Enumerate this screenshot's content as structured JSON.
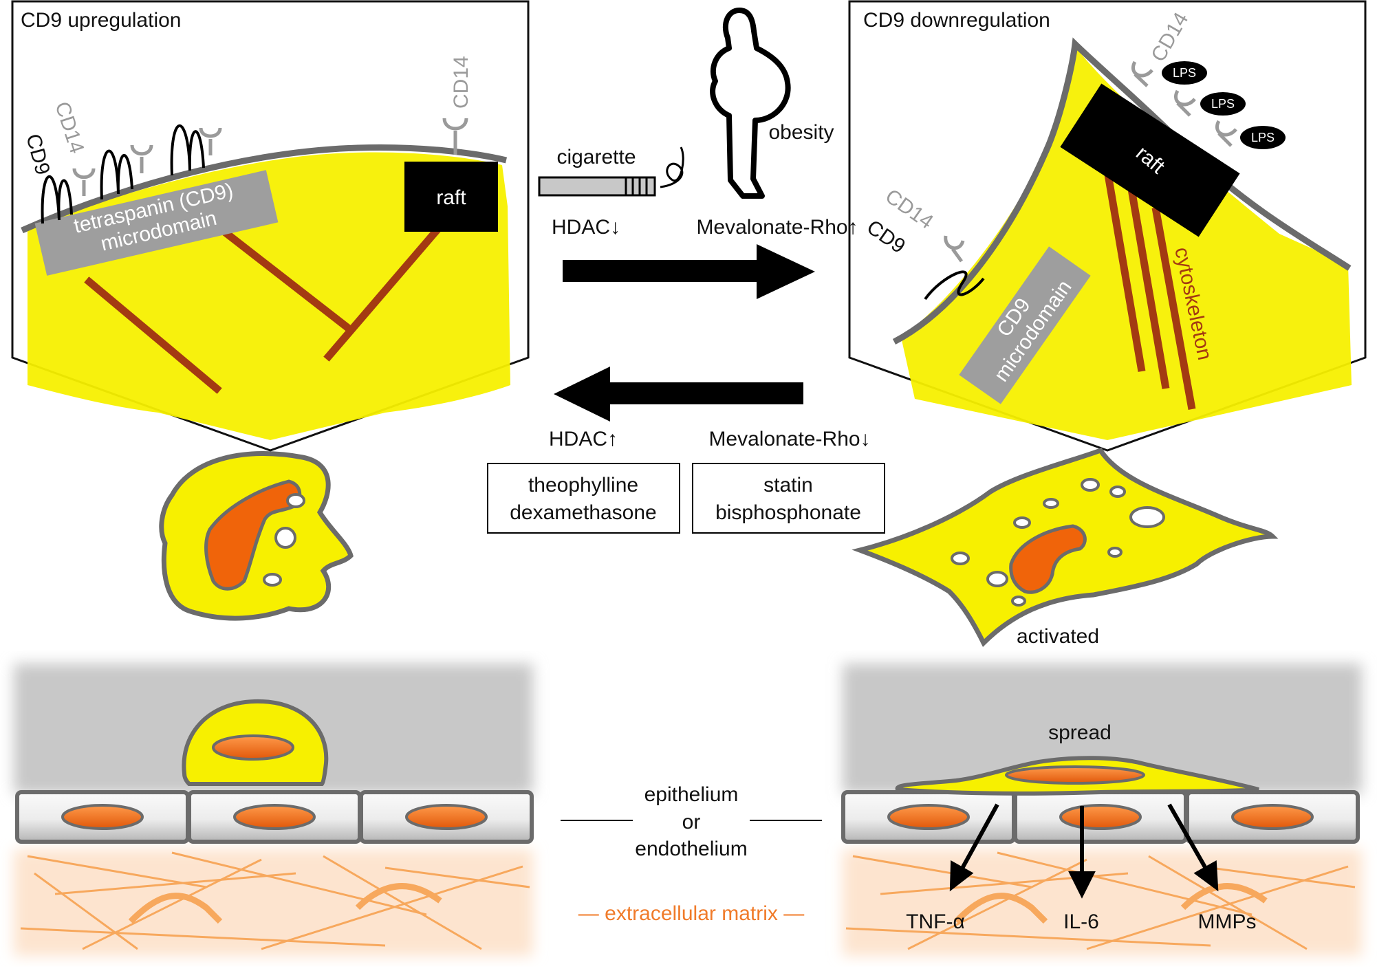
{
  "labels": {
    "cd9_up": "CD9 upregulation",
    "cd9_down": "CD9 downregulation",
    "cd14": "CD14",
    "cd9": "CD9",
    "tetraspanin_line1": "tetraspanin (CD9)",
    "tetraspanin_line2": "microdomain",
    "raft": "raft",
    "cd9_micro_line1": "CD9",
    "cd9_micro_line2": "microdomain",
    "cytoskeleton": "cytoskeleton",
    "lps": "LPS",
    "cigarette": "cigarette",
    "obesity": "obesity",
    "hdac_down": "HDAC↓",
    "mevalonate_up": "Mevalonate-Rho↑",
    "hdac_up": "HDAC↑",
    "mevalonate_down": "Mevalonate-Rho↓",
    "drugs1_line1": "theophylline",
    "drugs1_line2": "dexamethasone",
    "drugs2_line1": "statin",
    "drugs2_line2": "bisphosphonate",
    "activated": "activated",
    "spread": "spread",
    "epi_line1": "epithelium",
    "epi_line2": "or",
    "epi_line3": "endothelium",
    "ecm": "— extracellular matrix —",
    "tnf": "TNF-α",
    "il6": "IL-6",
    "mmps": "MMPs"
  },
  "colors": {
    "cytoplasm": "#f7f000",
    "membrane": "#6b6b6b",
    "nucleus": "#f0640a",
    "cytoskeleton": "#a33a12",
    "ecm": "#f7a85d",
    "ecm_bg": "#fde4cf",
    "tissue_bg": "#c8c8c8"
  }
}
